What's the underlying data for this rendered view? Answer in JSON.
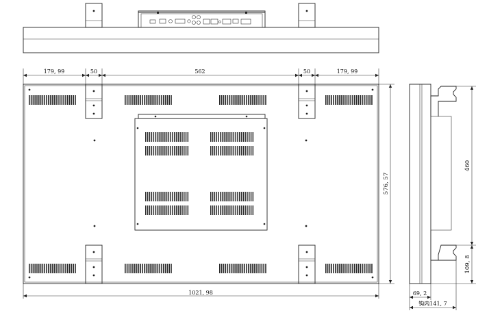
{
  "dimensions": {
    "side_margin_left": "179, 99",
    "bracket_width_left": "50",
    "center_span": "562",
    "bracket_width_right": "50",
    "side_margin_right": "179, 99",
    "overall_height": "576, 57",
    "overall_width": "1021, 98",
    "mount_spacing_vertical": "460",
    "bottom_offset": "109, 8",
    "depth": "69, 2",
    "inner_depth": "钩内141, 7"
  },
  "colors": {
    "line": "#222222",
    "vent": "#2a2a2a",
    "background": "#ffffff"
  }
}
